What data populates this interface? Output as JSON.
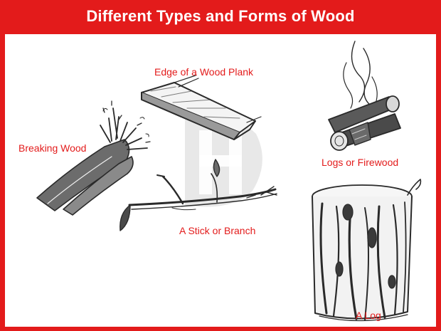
{
  "header": {
    "title": "Different Types and Forms of Wood"
  },
  "labels": {
    "plank": "Edge of a Wood Plank",
    "breaking": "Breaking Wood",
    "firewood": "Logs or Firewood",
    "stick": "A Stick or Branch",
    "log": "A Log"
  },
  "colors": {
    "accent": "#e31b1b",
    "background": "#ffffff",
    "ink": "#2a2a2a"
  },
  "icons": {
    "plank": "wood-plank-sketch",
    "breaking": "breaking-wood-sketch",
    "firewood": "firewood-sketch",
    "stick": "stick-branch-sketch",
    "log": "log-stump-sketch",
    "watermark": "watermark-logo"
  }
}
